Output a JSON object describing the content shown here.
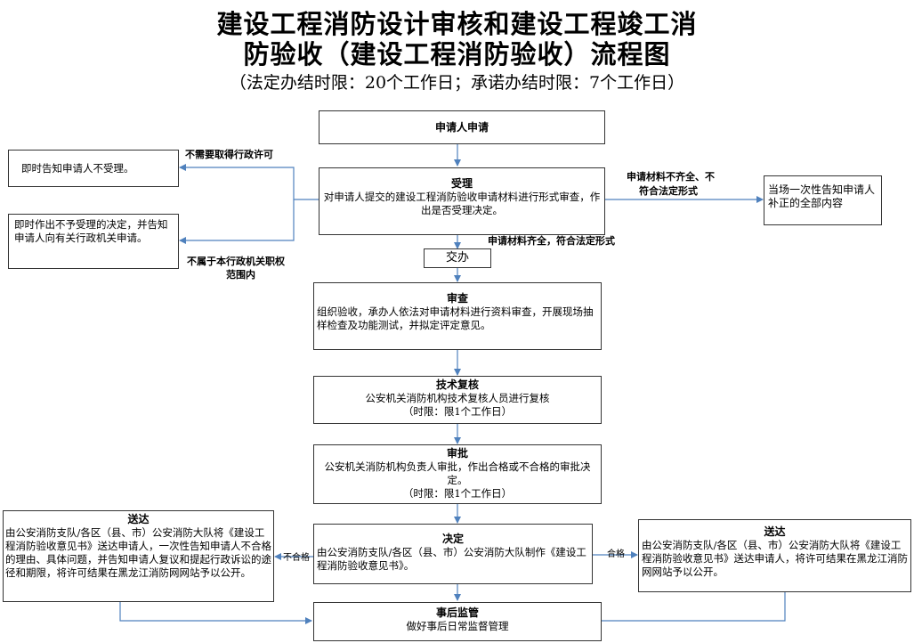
{
  "title": {
    "line1": "建设工程消防设计审核和建设工程竣工消",
    "line2": "防验收（建设工程消防验收）流程图",
    "subtitle": "（法定办结时限：20个工作日；承诺办结时限：7个工作日）"
  },
  "nodes": {
    "apply": "申请人申请",
    "accept_title": "受理",
    "accept_body": "对申请人提交的建设工程消防验收申请材料进行形式审查，作出是否受理决定。",
    "not_accept": "即时告知申请人不受理。",
    "not_accept_decision": "即时作出不予受理的决定，并告知申请人向有关行政机关申请。",
    "supplement": "当场一次性告知申请人补正的全部内容",
    "handover": "交办",
    "review_title": "审查",
    "review_body": "组织验收，承办人依法对申请材料进行资料审查，开展现场抽样检查及功能测试，并拟定评定意见。",
    "tech_title": "技术复核",
    "tech_body": "公安机关消防机构技术复核人员进行复核",
    "tech_limit": "（时限：限1个工作日）",
    "approve_title": "审批",
    "approve_body": "公安机关消防机构负责人审批，作出合格或不合格的审批决定。",
    "approve_limit": "（时限：限1个工作日）",
    "decide_title": "决定",
    "decide_body": "由公安消防支队/各区（县、市）公安消防大队制作《建设工程消防验收意见书》。",
    "deliver_left_title": "送达",
    "deliver_left_body": "由公安消防支队/各区（县、市）公安消防大队将《建设工程消防验收意见书》送达申请人，一次性告知申请人不合格的理由、具体问题，并告知申请人复议和提起行政诉讼的途径和期限，将许可结果在黑龙江消防网网站予以公开。",
    "deliver_right_title": "送达",
    "deliver_right_body": "由公安消防支队/各区（县、市）公安消防大队将《建设工程消防验收意见书》送达申请人，将许可结果在黑龙江消防网网站予以公开。",
    "supervise_title": "事后监管",
    "supervise_body": "做好事后日常监督管理"
  },
  "edge_labels": {
    "no_license": "不需要取得行政许可",
    "not_in_scope_1": "不属于本行政机关职权",
    "not_in_scope_2": "范围内",
    "incomplete_1": "申请材料不齐全、不",
    "incomplete_2": "符合法定形式",
    "complete": "申请材料齐全，符合法定形式",
    "fail": "不合格",
    "pass": "合格"
  },
  "colors": {
    "arrow": "#4f81bd",
    "border": "#333333"
  }
}
